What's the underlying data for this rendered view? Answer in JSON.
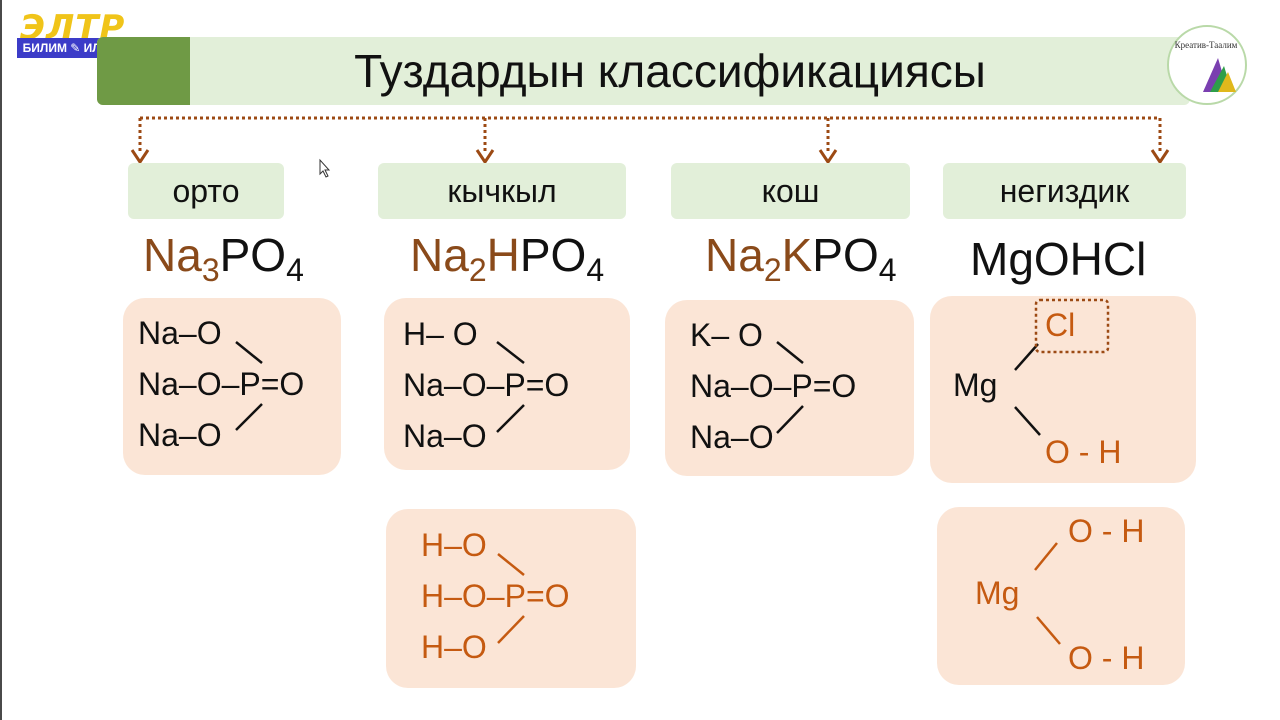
{
  "logo_left": {
    "top": "ЭЛТР",
    "band": "БИЛИМ ✎ ИЛИМ"
  },
  "logo_right": {
    "text": "Креатив-Таалим"
  },
  "title": "Туздардын классификациясы",
  "categories": [
    {
      "label": "орто"
    },
    {
      "label": "кычкыл"
    },
    {
      "label": "кош"
    },
    {
      "label": "негиздик"
    }
  ],
  "formulas": {
    "f1": {
      "a": "Na",
      "a_sub": "3",
      "b": "PO",
      "b_sub": "4"
    },
    "f2": {
      "a": "Na",
      "a_sub": "2",
      "h": "H",
      "b": "PO",
      "b_sub": "4"
    },
    "f3": {
      "a": "Na",
      "a_sub": "2",
      "k": "K",
      "b": "PO",
      "b_sub": "4"
    },
    "f4": {
      "text": "MgOHCl"
    }
  },
  "structures": {
    "s1": [
      "Na–O",
      "Na–O–P=O",
      "Na–O"
    ],
    "s2": [
      "H– O",
      "Na–O–P=O",
      "Na–O"
    ],
    "s3": [
      "K– O",
      "Na–O–P=O",
      "Na–O"
    ],
    "s4": {
      "mg": "Mg",
      "cl": "Cl",
      "oh": "O - H"
    },
    "s5": [
      "H–O",
      "H–O–P=O",
      "H–O"
    ],
    "s6": {
      "mg": "Mg",
      "oh1": "O - H",
      "oh2": "O - H"
    }
  },
  "colors": {
    "accent_green": "#6f9a45",
    "light_green": "#e2efd9",
    "peach": "#fbe5d6",
    "brown": "#8a4a1a",
    "orange": "#c55a11",
    "arrow": "#9c4a14"
  }
}
